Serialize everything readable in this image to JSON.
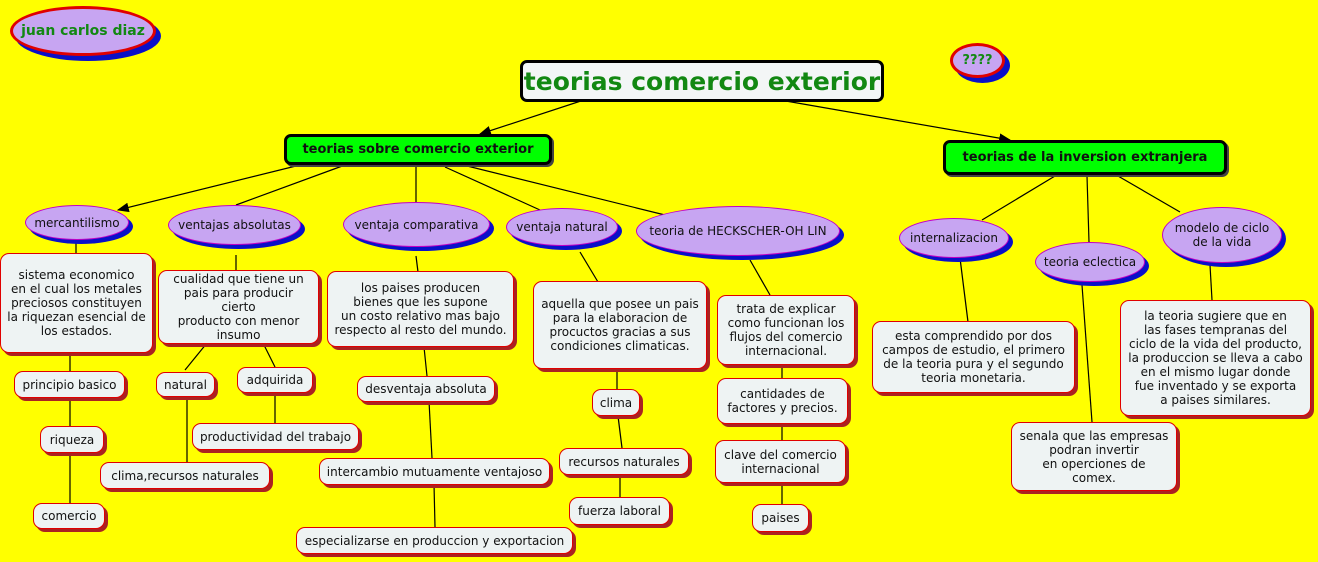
{
  "author": "juan carlos diaz",
  "unknown": "????",
  "title": "teorias comercio exterior",
  "branches": {
    "comercio": "teorias sobre comercio exterior",
    "inversion": "teorias de la inversion extranjera"
  },
  "theories": {
    "mercantilismo": "mercantilismo",
    "absolutas": "ventajas absolutas",
    "comparativa": "ventaja comparativa",
    "natural": "ventaja natural",
    "heckscher": "teoria de HECKSCHER-OH LIN",
    "internalizacion": "internalizacion",
    "eclectica": "teoria eclectica",
    "ciclo": "modelo de ciclo\nde la vida"
  },
  "details": {
    "merc_def": "sistema economico\nen el cual los metales\npreciosos constituyen\nla riquezan esencial de\nlos estados.",
    "merc_principio": "principio basico",
    "merc_riqueza": "riqueza",
    "merc_comercio": "comercio",
    "abs_def": "cualidad que tiene un\npais para producir cierto\nproducto con menor\ninsumo",
    "abs_natural": "natural",
    "abs_adquirida": "adquirida",
    "abs_clima": "clima,recursos naturales",
    "abs_productividad": "productividad del trabajo",
    "comp_def": "los paises producen\nbienes que les supone\nun costo relativo mas bajo\nrespecto al resto del mundo.",
    "comp_desventaja": "desventaja absoluta",
    "comp_intercambio": "intercambio mutuamente ventajoso",
    "comp_especializarse": "especializarse en produccion y exportacion",
    "nat_def": "aquella que posee un pais\npara la elaboracion de\nprocuctos gracias a sus\ncondiciones climaticas.",
    "nat_clima": "clima",
    "nat_recursos": "recursos naturales",
    "nat_fuerza": "fuerza laboral",
    "hec_def": "trata de explicar\ncomo funcionan los\nflujos del comercio\ninternacional.",
    "hec_cantidades": "cantidades de\nfactores y precios.",
    "hec_clave": "clave del comercio\ninternacional",
    "hec_paises": "paises",
    "int_def": "esta comprendido por dos\ncampos de estudio, el primero\nde la teoria pura y el segundo\nteoria monetaria.",
    "ecl_def": "senala que las empresas\npodran invertir\nen operciones de\ncomex.",
    "ciclo_def": "la teoria sugiere que en\nlas fases tempranas del\nciclo de la vida del producto,\nla produccion se lleva a cabo\nen el mismo lugar donde\nfue inventado y se exporta\na paises similares."
  },
  "colors": {
    "background": "#FFFF00",
    "title_text": "#128812",
    "branch_fill": "#00FF00",
    "ellipse_fill": "#C7A5F2",
    "ellipse_shadow": "#0A10C8",
    "box_fill": "#EEF3F3",
    "box_border": "#E00000"
  }
}
